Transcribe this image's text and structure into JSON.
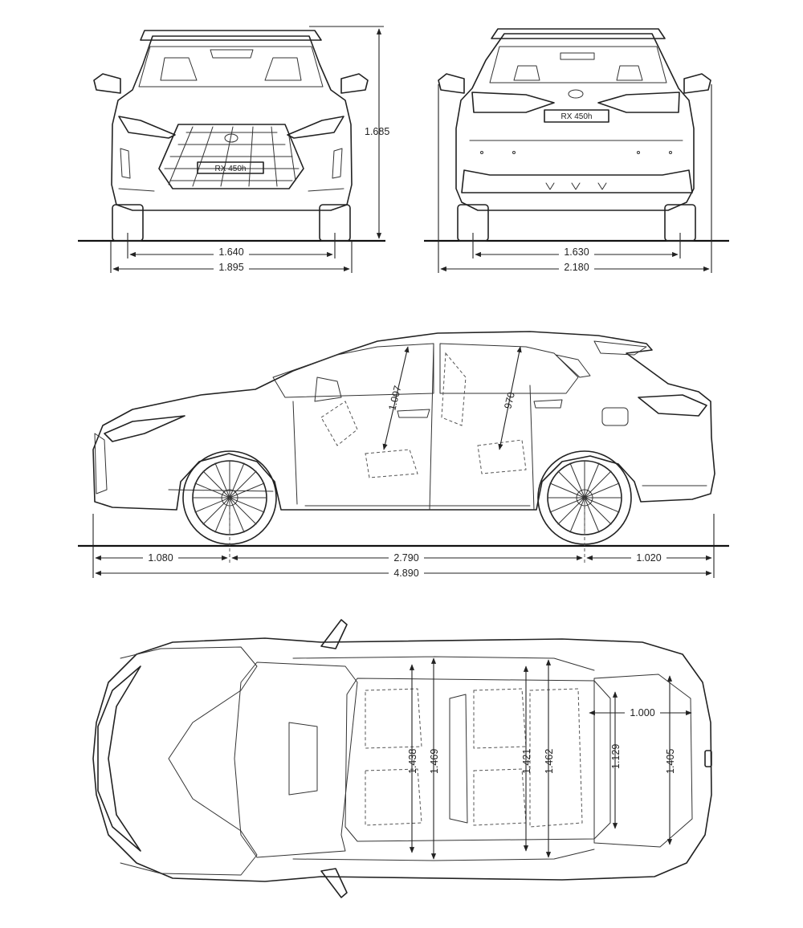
{
  "front_view": {
    "plate_text": "RX 450h",
    "height": "1.685",
    "track": "1.640",
    "width": "1.895"
  },
  "rear_view": {
    "plate_text": "RX 450h",
    "track": "1.630",
    "width_with_mirrors": "2.180"
  },
  "side_view": {
    "front_overhang": "1.080",
    "wheelbase": "2.790",
    "rear_overhang": "1.020",
    "length": "4.890",
    "front_headroom": "1.007",
    "rear_headroom": "970"
  },
  "top_view": {
    "front_shoulder": "1.438",
    "front_hip": "1.469",
    "rear_shoulder": "1.421",
    "rear_hip": "1.462",
    "cargo_length": "1.000",
    "cargo_width_between_arches": "1.129",
    "cargo_width": "1.405"
  },
  "colors": {
    "line": "#222222",
    "background": "#ffffff"
  }
}
